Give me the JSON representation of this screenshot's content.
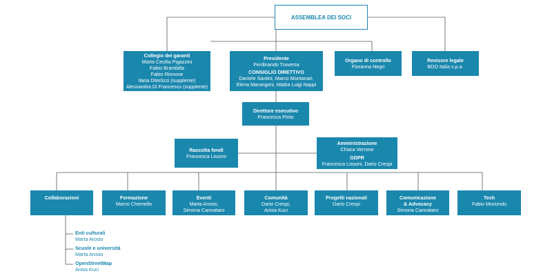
{
  "assembly": {
    "title": "ASSEMBLEA DEI SOCI"
  },
  "garanti": {
    "title": "Collegio dei garanti",
    "members": [
      "Marta Cecilia Pigazzini",
      "Fabio Brambilla",
      "Fabio Rinnone",
      "Ilaria Diterlizzi (supplente)",
      "Alessandra Di Francesco (supplente)"
    ]
  },
  "presidente": {
    "title": "Presidente",
    "name": "Ferdinando Traversa",
    "council_title": "CONSIGLIO DIRETTIVO",
    "council_members": [
      "Daniele Santini, Marco Montanari,",
      "Elena Marangoni, Mattia Luigi Nappi"
    ]
  },
  "controllo": {
    "title": "Organo di controllo",
    "name": "Fioranna Negri"
  },
  "revisore": {
    "title": "Revisore legale",
    "name": "BDO Italia s.p.a."
  },
  "direttore": {
    "title": "Direttore esecutivo",
    "name": "Francesca Pinto"
  },
  "raccolta": {
    "title": "Raccolta fondi",
    "name": "Francesca Lissoni"
  },
  "amministrazione": {
    "title": "Amministrazione",
    "name": "Chiara Verrone",
    "gdpr_title": "GDPR",
    "gdpr_name": "Francesca Lissoni, Dario Crespi"
  },
  "areas": [
    {
      "title": "Collaborazioni",
      "names": []
    },
    {
      "title": "Formazione",
      "names": [
        "Marco Chemello"
      ]
    },
    {
      "title": "Eventi",
      "names": [
        "Marta Arosio,",
        "Simona Cannataro"
      ]
    },
    {
      "title": "Comunità",
      "names": [
        "Dario Crespi,",
        "Anisa Kuci"
      ]
    },
    {
      "title": "Progetti nazionali",
      "names": [
        "Dario Crespi"
      ]
    },
    {
      "title": "Comunicazione",
      "names": [
        "& Advocacy",
        "Simona Cannataro"
      ]
    },
    {
      "title": "Tech",
      "names": [
        "Fabio Moriondo"
      ]
    }
  ],
  "collaborazioni_sub": [
    {
      "title": "Enti culturali",
      "name": "Marta Arosio"
    },
    {
      "title": "Scuole e università",
      "name": "Marta Arosio"
    },
    {
      "title": "OpenStreetMap",
      "name": "Anisa Kuci"
    }
  ],
  "colors": {
    "box": "#1a87ad",
    "line": "#555555",
    "text_on_box": "#ffffff"
  }
}
